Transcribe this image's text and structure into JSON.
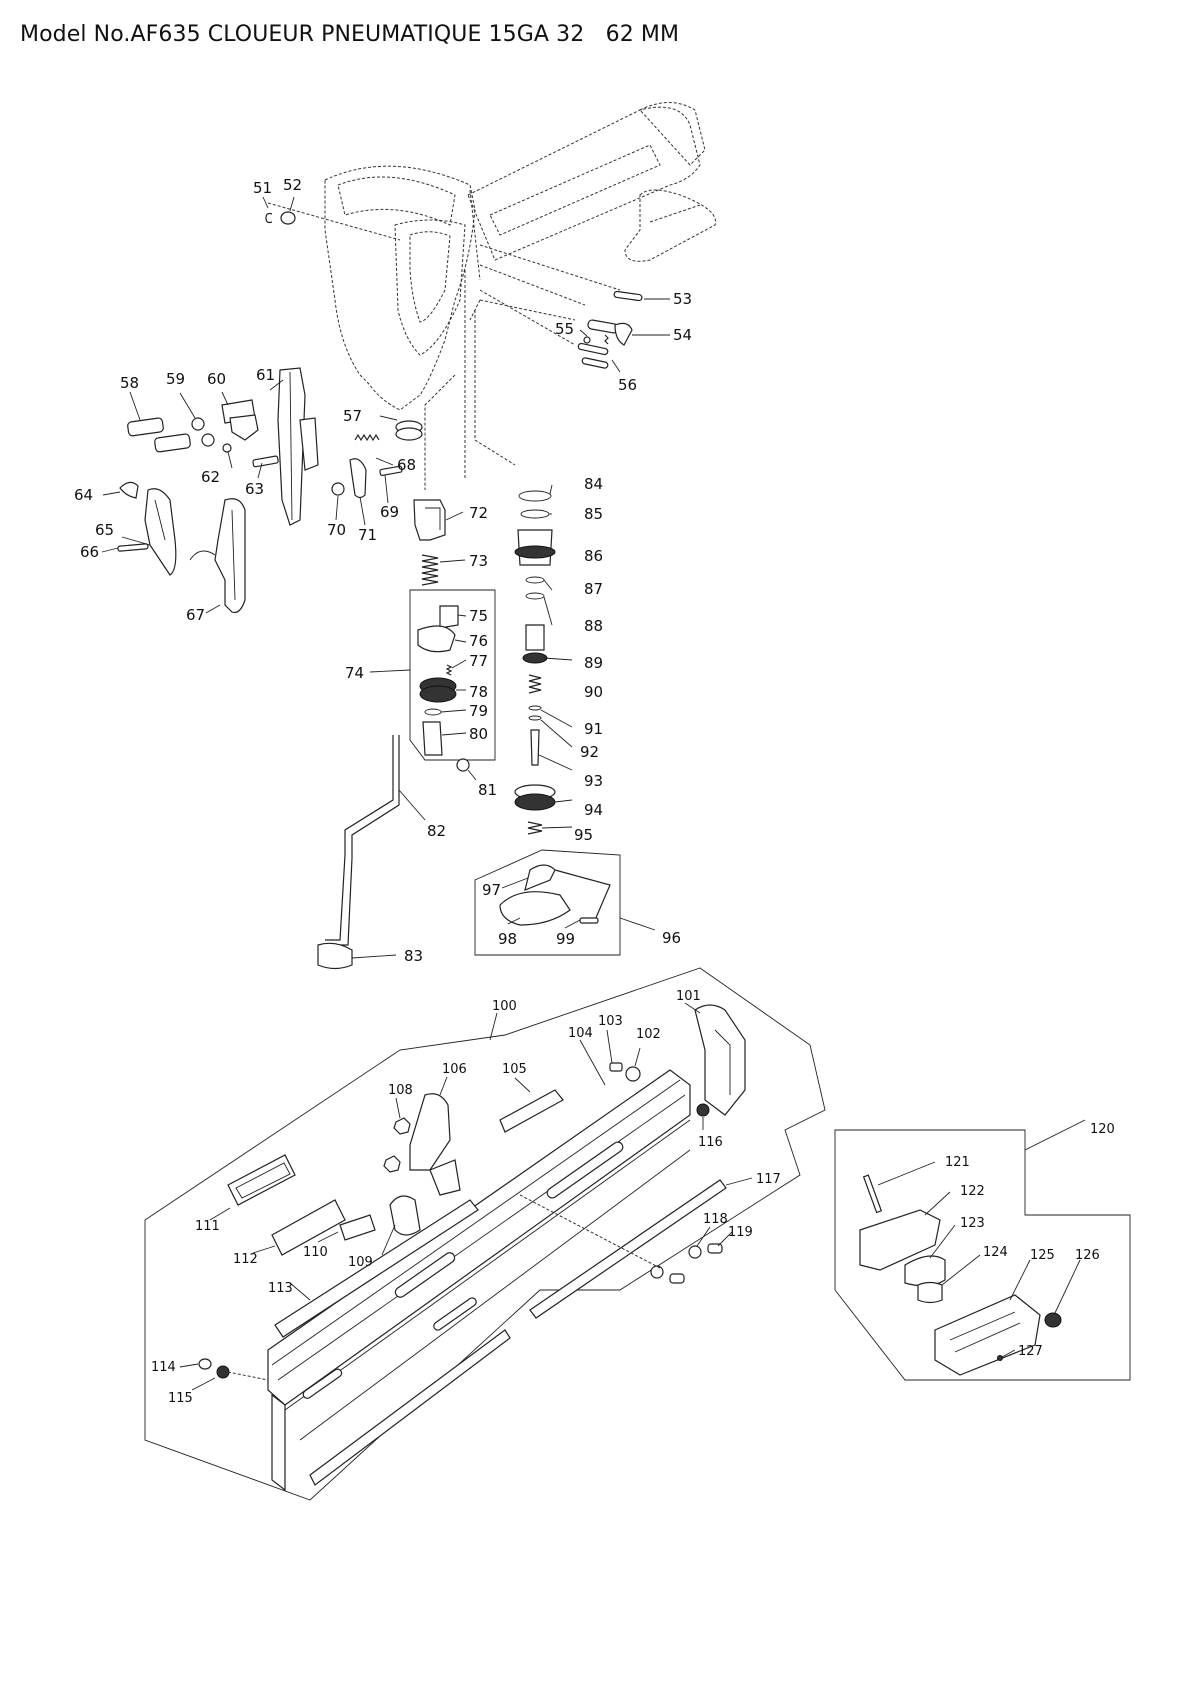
{
  "title": "Model No.AF635 CLOUEUR PNEUMATIQUE 15GA 32   62 MM",
  "part_labels": [
    "51",
    "52",
    "53",
    "54",
    "55",
    "56",
    "57",
    "58",
    "59",
    "60",
    "61",
    "62",
    "63",
    "64",
    "65",
    "66",
    "67",
    "68",
    "69",
    "70",
    "71",
    "72",
    "73",
    "74",
    "75",
    "76",
    "77",
    "78",
    "79",
    "80",
    "81",
    "82",
    "83",
    "84",
    "85",
    "86",
    "87",
    "88",
    "89",
    "90",
    "91",
    "92",
    "93",
    "94",
    "95",
    "96",
    "97",
    "98",
    "99",
    "100",
    "101",
    "102",
    "103",
    "104",
    "105",
    "106",
    "108",
    "109",
    "110",
    "111",
    "112",
    "113",
    "114",
    "115",
    "116",
    "117",
    "118",
    "119",
    "120",
    "121",
    "122",
    "123",
    "124",
    "125",
    "126",
    "127"
  ]
}
